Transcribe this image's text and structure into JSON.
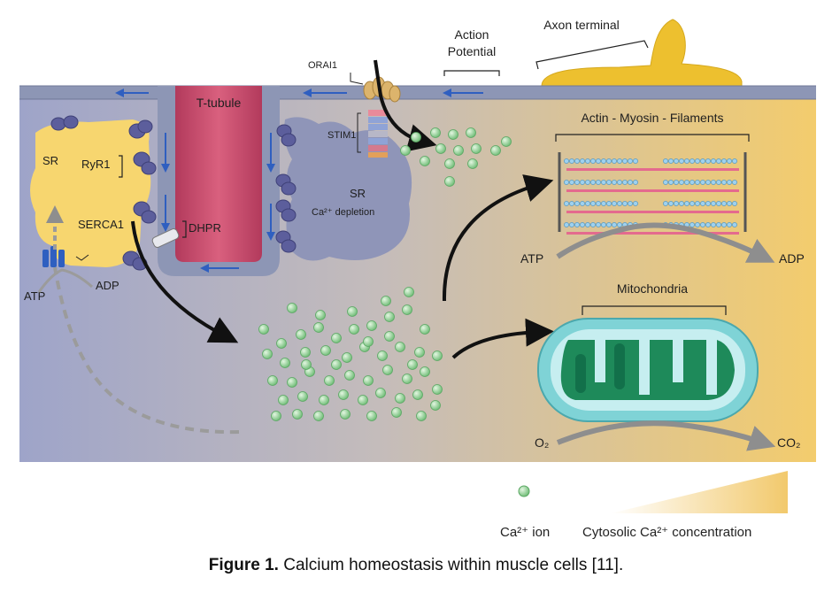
{
  "labels": {
    "t_tubule": "T-tubule",
    "sr_left": "SR",
    "ryr1": "RyR1",
    "serca1": "SERCA1",
    "dhpr": "DHPR",
    "atp_left": "ATP",
    "adp_left": "ADP",
    "stim1": "STIM1",
    "orai1": "ORAI1",
    "sr_right": "SR",
    "ca_depletion": "Ca²⁺ depletion",
    "action_potential_line1": "Action",
    "action_potential_line2": "Potential",
    "axon_terminal": "Axon terminal",
    "filaments": "Actin - Myosin - Filaments",
    "atp_right": "ATP",
    "adp_right": "ADP",
    "mitochondria": "Mitochondria",
    "o2": "O₂",
    "co2": "CO₂"
  },
  "legend": {
    "ion": "Ca²⁺  ion",
    "gradient": "Cytosolic Ca²⁺  concentration"
  },
  "caption": {
    "bold": "Figure 1.",
    "text": " Calcium homeostasis within muscle cells [11]."
  },
  "colors": {
    "cytosol_low": "#9ea3c8",
    "cytosol_high": "#f2cc70",
    "membrane": "#8d96b5",
    "t_tubule": "#c94a6c",
    "sr": "#f7d66f",
    "protein": "#5c5e9c",
    "ion": "#8fcf90",
    "mito_outer": "#7fd3d6",
    "mito_inner": "#1e8a5a"
  }
}
